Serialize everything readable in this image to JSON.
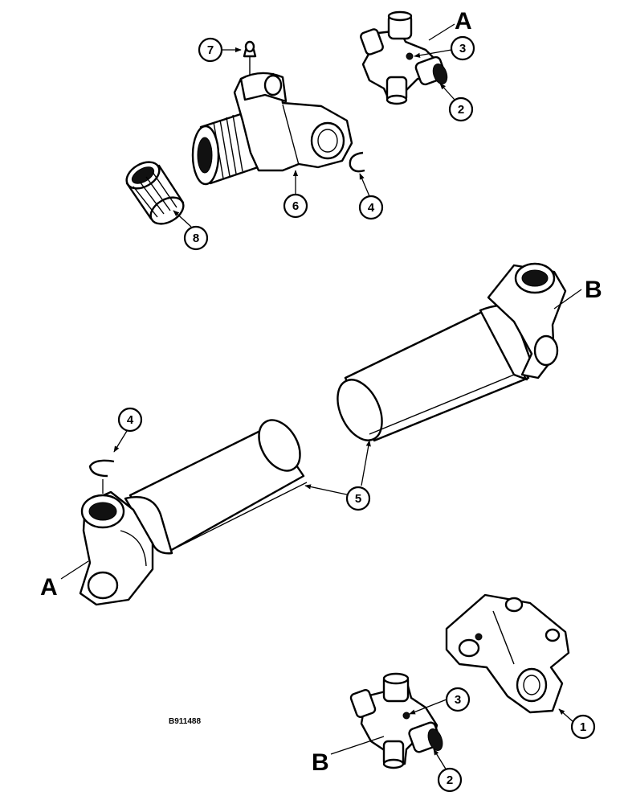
{
  "diagram": {
    "reference_number": "B911488",
    "callouts": {
      "c1": "1",
      "c2_top": "2",
      "c2_bottom": "2",
      "c3_top": "3",
      "c3_bottom": "3",
      "c4_top": "4",
      "c4_left": "4",
      "c5": "5",
      "c6": "6",
      "c7": "7",
      "c8": "8"
    },
    "view_letters": {
      "a_top": "A",
      "a_left": "A",
      "b_right": "B",
      "b_bottom": "B"
    }
  }
}
